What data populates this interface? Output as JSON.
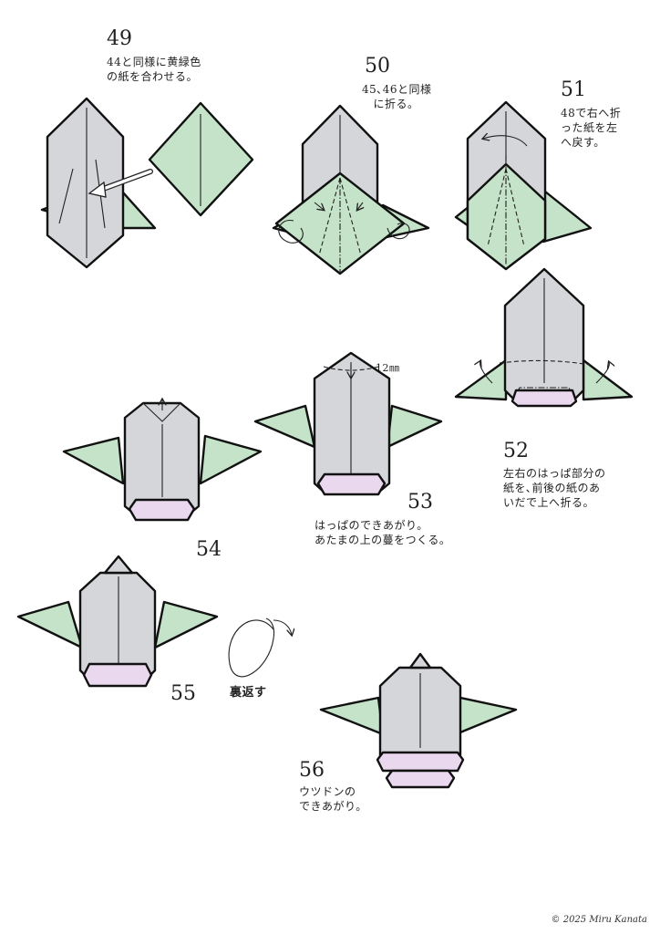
{
  "steps": [
    {
      "number": "49",
      "caption": "44と同様に黄緑色\nの紙を合わせる。"
    },
    {
      "number": "50",
      "caption": "45､46と同様\n　に折る。"
    },
    {
      "number": "51",
      "caption": "48で右へ折\nった紙を左\nへ戻す。"
    },
    {
      "number": "52",
      "caption": "左右のはっぱ部分の\n紙を､前後の紙のあ\nいだで上へ折る。"
    },
    {
      "number": "53",
      "caption": "はっぱのできあがり。\nあたまの上の蔓をつくる。"
    },
    {
      "number": "54",
      "caption": ""
    },
    {
      "number": "55",
      "caption": ""
    },
    {
      "number": "56",
      "caption": "ウツドンの\nできあがり。"
    }
  ],
  "measure_label": "12㎜",
  "flip_label": "裏返す",
  "copyright": "© 2025 Miru Kanata",
  "colors": {
    "body": "#d5d6da",
    "leaf": "#c4e3c8",
    "base": "#ead8ee",
    "line": "#111111"
  }
}
